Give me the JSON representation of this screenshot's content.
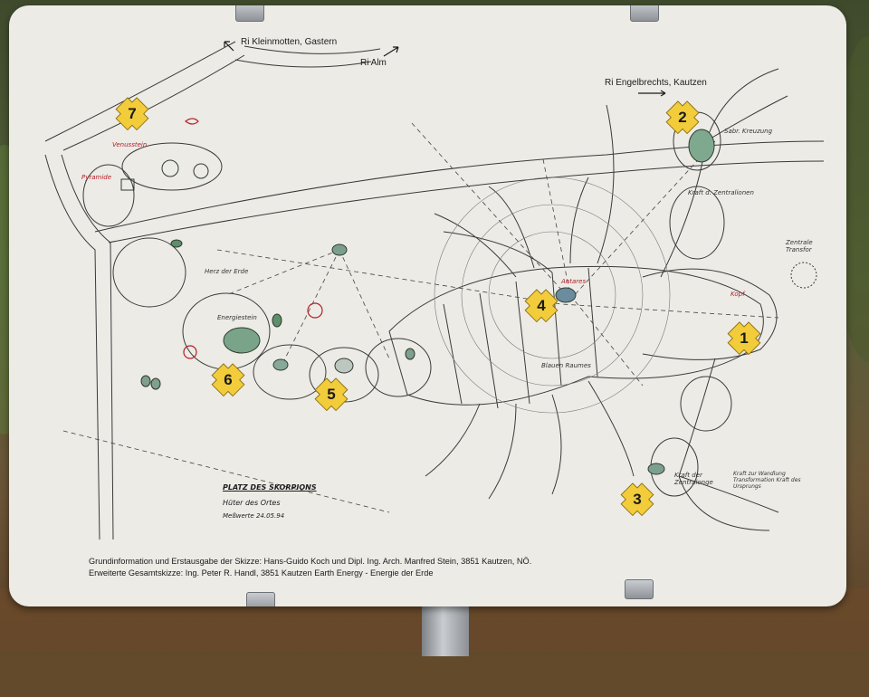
{
  "directions": {
    "kleinmotten": "Ri Kleinmotten, Gastern",
    "alm": "Ri Alm",
    "engelbrechts": "Ri Engelbrechts, Kautzen"
  },
  "markers": [
    {
      "num": "1",
      "label": "Kopf"
    },
    {
      "num": "2",
      "label": "Sabr. Kreuzung"
    },
    {
      "num": "3",
      "label": "Kraft der Zentralonge"
    },
    {
      "num": "4",
      "label": "Antares"
    },
    {
      "num": "5",
      "label": ""
    },
    {
      "num": "6",
      "label": "Energiestein"
    },
    {
      "num": "7",
      "label": "Venusstein"
    }
  ],
  "handwritten": {
    "pyramide": "Pyramide",
    "venusstein": "Venusstein",
    "herz": "Herz der Erde",
    "energiestein": "Energiestein",
    "antares": "Antares",
    "blauen_raumes": "Blauen Raumes",
    "kopf": "Kopf",
    "zentrale": "Zentrale Transfor",
    "kraft_zentral": "Kraft d. Zentralionen",
    "kraft_zentralonge": "Kraft der Zentralonge",
    "sabr_kreuzung": "Sabr. Kreuzung",
    "platz": "PLATZ DES SKORPIONS",
    "hueter": "Hüter des Ortes",
    "messwerte": "Meßwerte 24.05.94",
    "kraft_wandlung": "Kraft zur Wandlung Transformation Kraft des Ursprungs"
  },
  "credits": {
    "line1": "Grundinformation und Erstausgabe der Skizze: Hans-Guido Koch und Dipl. Ing. Arch. Manfred Stein, 3851 Kautzen, NÖ.",
    "line2": "Erweiterte Gesamtskizze: Ing. Peter R. Handl, 3851 Kautzen    Earth Energy - Energie der Erde"
  },
  "colors": {
    "marker_fill": "#f2cc3a",
    "board": "#ecebe6",
    "ink": "#333333",
    "red_ink": "#b3202a"
  }
}
